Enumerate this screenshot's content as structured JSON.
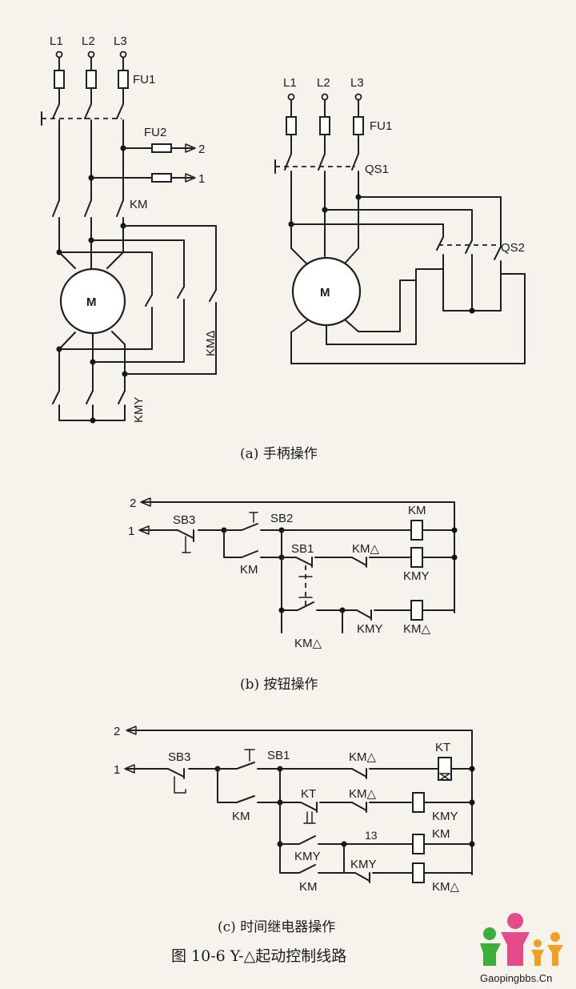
{
  "figure": {
    "title": "图 10-6   Y-△起动控制线路"
  },
  "diagram_a": {
    "caption": "(a) 手柄操作",
    "left": {
      "lines": [
        "L1",
        "L2",
        "L3"
      ],
      "fuse_main": "FU1",
      "fuse_ctrl": "FU2",
      "out_2": "2",
      "out_1": "1",
      "main_contactor": "KM",
      "delta_contactor": "KMΔ",
      "star_contactor": "KMY",
      "motor": "M"
    },
    "right": {
      "lines": [
        "L1",
        "L2",
        "L3"
      ],
      "fuse": "FU1",
      "switch_1": "QS1",
      "switch_2": "QS2",
      "motor": "M"
    }
  },
  "diagram_b": {
    "caption": "(b) 按钮操作",
    "rail_2": "2",
    "rail_1": "1",
    "stop_button": "SB3",
    "start_button": "SB2",
    "switch_button": "SB1",
    "km_hold": "KM",
    "km_coil": "KM",
    "kmd_nc": "KM△",
    "kmy_coil": "KMY",
    "kmd_hold": "KM△",
    "kmy_nc": "KMY",
    "kmd_coil": "KM△"
  },
  "diagram_c": {
    "caption": "(c) 时间继电器操作",
    "rail_2": "2",
    "rail_1": "1",
    "stop_button": "SB3",
    "start_button": "SB1",
    "km_hold": "KM",
    "kmd_nc_1": "KM△",
    "kt_coil": "KT",
    "kt_contact": "KT",
    "kmd_nc_2": "KM△",
    "kmy_coil": "KMY",
    "node_13": "13",
    "km_coil": "KM",
    "kmy_contact_a": "KMY",
    "kmy_contact_b": "KMY",
    "km_contact": "KM",
    "kmd_coil": "KM△"
  },
  "watermark": {
    "text": "Gaopingbbs.Cn",
    "colors": [
      "#e34b8a",
      "#3cae3a",
      "#f0a020"
    ]
  }
}
